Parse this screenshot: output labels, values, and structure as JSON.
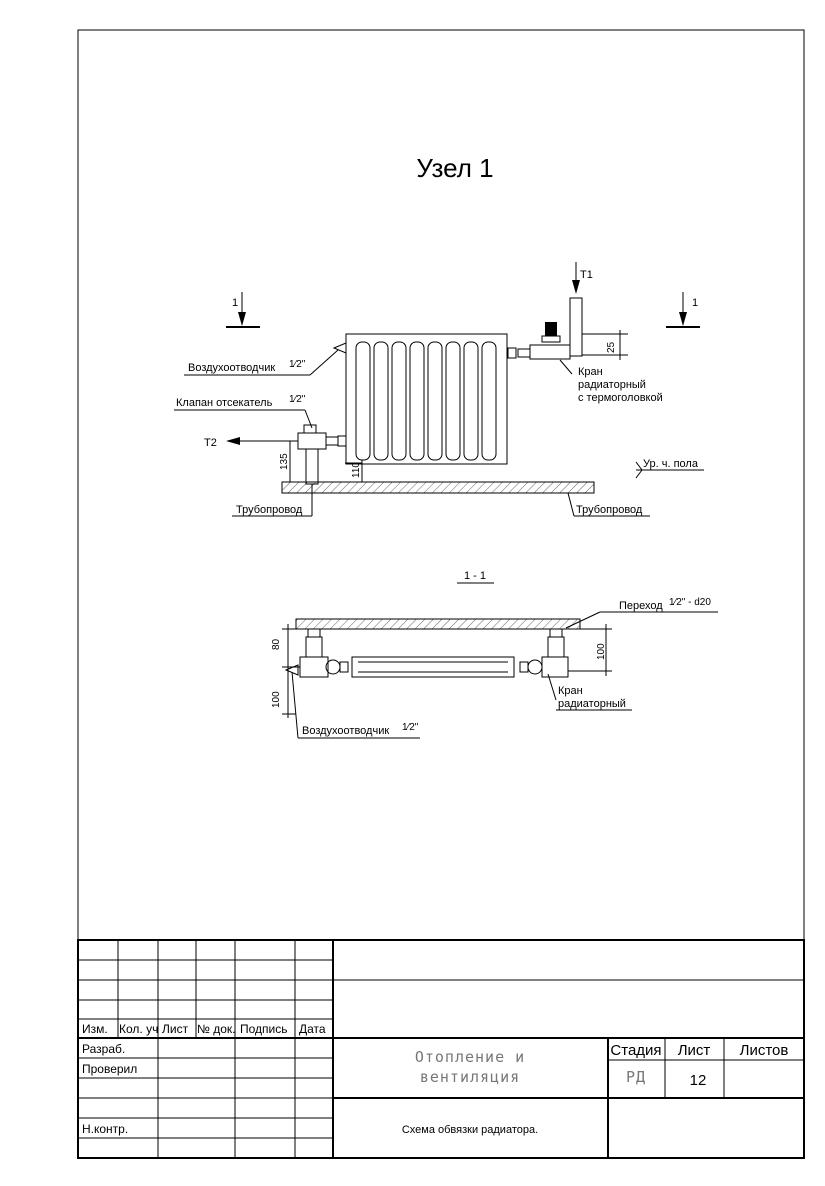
{
  "drawing": {
    "title": "Узел 1",
    "section_mark": "1",
    "section_title": "1 - 1",
    "labels": {
      "air_vent": "Воздухоотводчик",
      "shutoff_valve": "Клапан отсекатель",
      "half_inch": "1⁄2\"",
      "t1": "T1",
      "t2": "T2",
      "valve_line1": "Кран",
      "valve_line2": "радиаторный",
      "valve_line3": "с термоголовкой",
      "floor_level": "Ур. ч. пола",
      "pipeline": "Трубопровод",
      "adapter": "Переход",
      "adapter_size": "1⁄2\" - d20"
    },
    "dims": {
      "d25": "25",
      "d135": "135",
      "d110": "110",
      "d80": "80",
      "d100": "100"
    }
  },
  "title_block": {
    "headers": {
      "izm": "Изм.",
      "kol": "Кол. уч",
      "list": "Лист",
      "ndok": "№ док.",
      "podpis": "Подпись",
      "data": "Дата"
    },
    "roles": {
      "razrab": "Разраб.",
      "proveril": "Проверил",
      "nkontr": "Н.контр."
    },
    "stage_label": "Стадия",
    "sheet_label": "Лист",
    "sheets_label": "Листов",
    "stage_value": "РД",
    "sheet_value": "12",
    "project_line1": "Отопление и",
    "project_line2": "вентиляция",
    "drawing_name": "Схема обвязки радиатора."
  }
}
